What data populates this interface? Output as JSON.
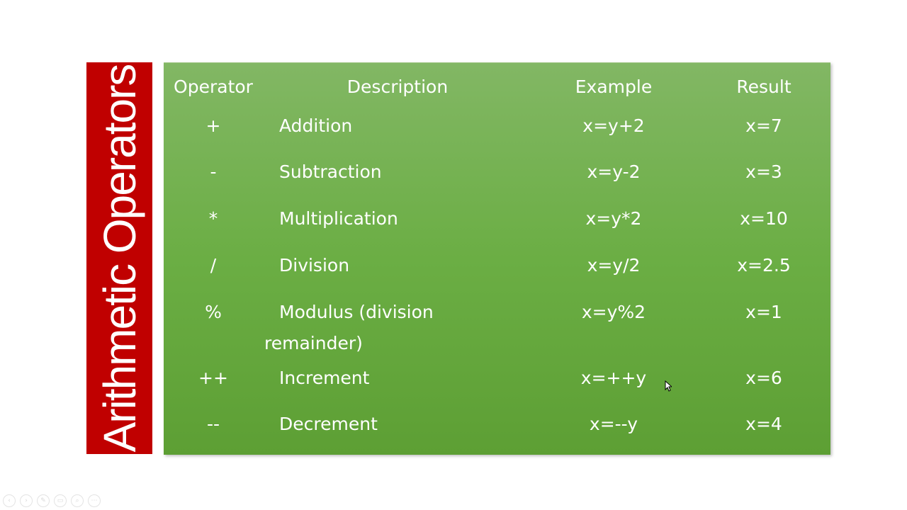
{
  "slide": {
    "title": "Arithmetic Operators",
    "colors": {
      "banner": "#c00000",
      "panel_top": "#82b764",
      "panel_bottom": "#5d9f34",
      "text": "#ffffff"
    }
  },
  "table": {
    "headers": {
      "operator": "Operator",
      "description": "Description",
      "example": "Example",
      "result": "Result"
    },
    "rows": [
      {
        "operator": "+",
        "description": "Addition",
        "example": "x=y+2",
        "result": "x=7"
      },
      {
        "operator": "-",
        "description": "Subtraction",
        "example": "x=y-2",
        "result": "x=3"
      },
      {
        "operator": "*",
        "description": "Multiplication",
        "example": "x=y*2",
        "result": "x=10"
      },
      {
        "operator": "/",
        "description": "Division",
        "example": "x=y/2",
        "result": "x=2.5"
      },
      {
        "operator": "%",
        "description": "Modulus (division",
        "description_cont": "remainder)",
        "example": "x=y%2",
        "result": "x=1"
      },
      {
        "operator": "++",
        "description": "Increment",
        "example": "x=++y",
        "result": "x=6"
      },
      {
        "operator": "--",
        "description": "Decrement",
        "example": "x=--y",
        "result": "x=4"
      }
    ]
  },
  "footer_controls": [
    {
      "icon": "previous-icon",
      "glyph": "‹"
    },
    {
      "icon": "next-icon",
      "glyph": "›"
    },
    {
      "icon": "pen-icon",
      "glyph": "✎"
    },
    {
      "icon": "slides-icon",
      "glyph": "▭"
    },
    {
      "icon": "zoom-icon",
      "glyph": "⌕"
    },
    {
      "icon": "more-icon",
      "glyph": "⋯"
    }
  ]
}
